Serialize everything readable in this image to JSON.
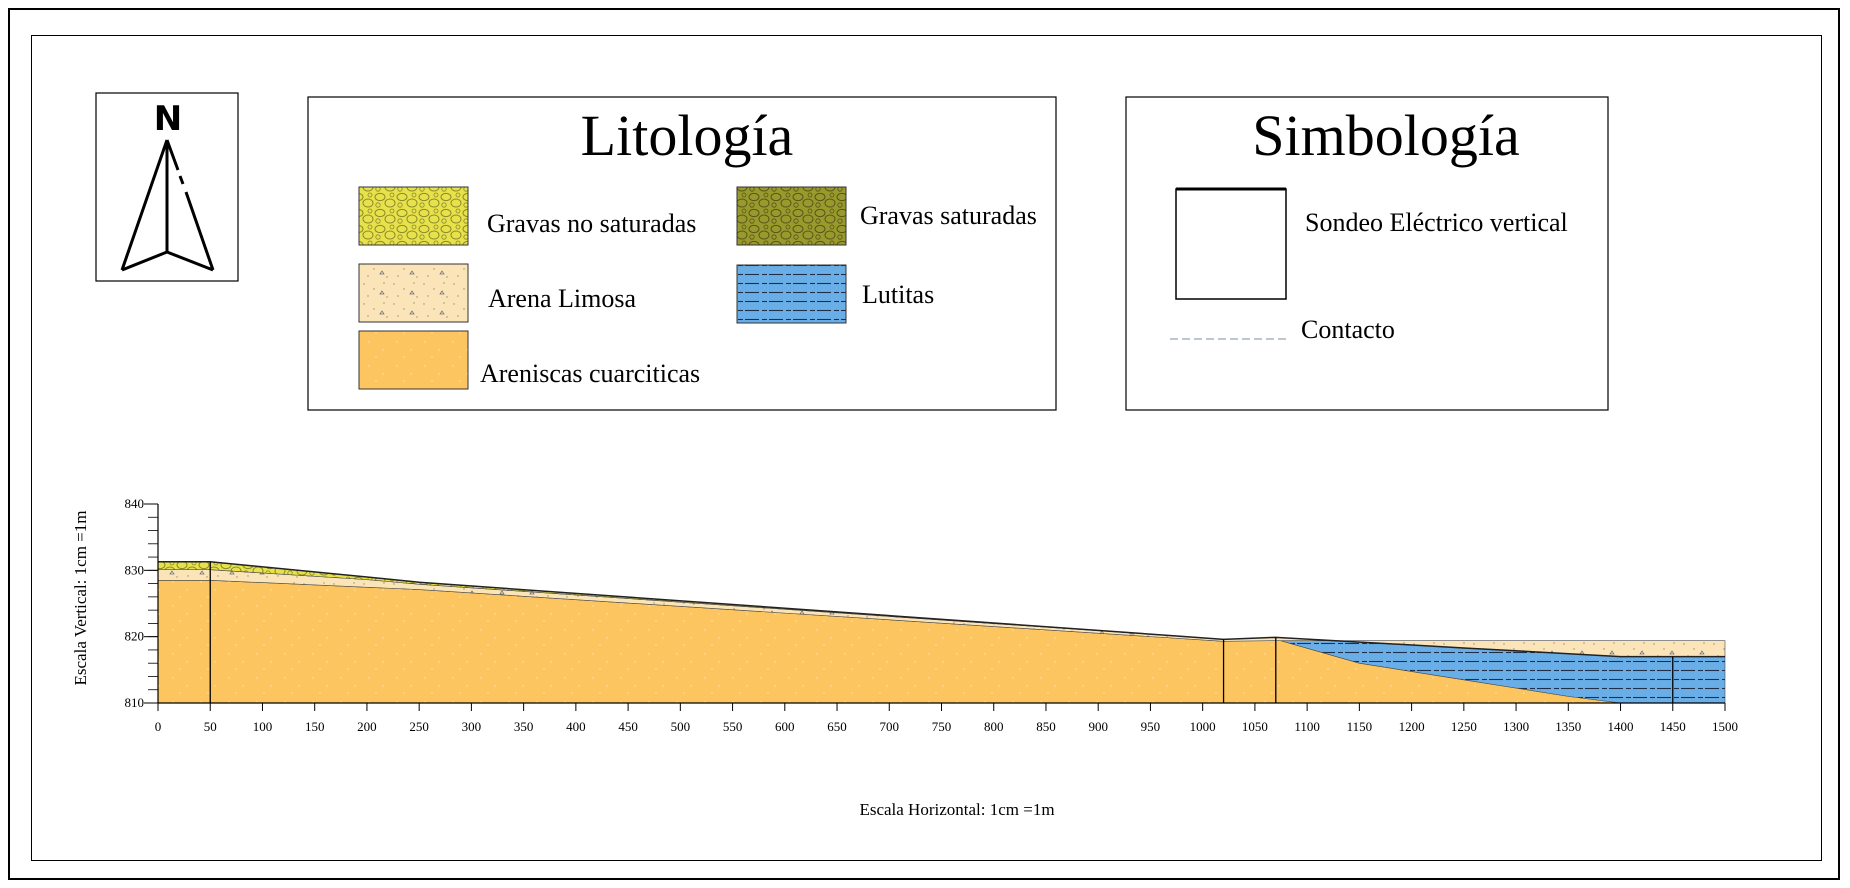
{
  "north_arrow": {
    "label": "N"
  },
  "lithology": {
    "title": "Litología",
    "items": [
      {
        "label": "Gravas no saturadas",
        "pattern": "gravel-dry",
        "color": "#e8e24a"
      },
      {
        "label": "Gravas saturadas",
        "pattern": "gravel-wet",
        "color": "#9a9a2c"
      },
      {
        "label": "Arena Limosa",
        "pattern": "silty-sand",
        "color": "#fbe5b8"
      },
      {
        "label": "Lutitas",
        "pattern": "shale",
        "color": "#6aaee8"
      },
      {
        "label": "Areniscas cuarciticas",
        "pattern": "sandstone",
        "color": "#fcc55f"
      }
    ]
  },
  "symbology": {
    "title": "Simbología",
    "items": [
      {
        "label": "Sondeo Eléctrico vertical",
        "symbol": "vertical-line-box"
      },
      {
        "label": "Contacto",
        "symbol": "dashed-line"
      }
    ]
  },
  "chart_data": {
    "type": "area",
    "title": "",
    "xlabel": "Escala Horizontal: 1cm =1m",
    "ylabel": "Escala Vertical: 1cm =1m",
    "xlim": [
      0,
      1500
    ],
    "ylim": [
      810,
      840
    ],
    "xticks": [
      0,
      50,
      100,
      150,
      200,
      250,
      300,
      350,
      400,
      450,
      500,
      550,
      600,
      650,
      700,
      750,
      800,
      850,
      900,
      950,
      1000,
      1050,
      1100,
      1150,
      1200,
      1250,
      1300,
      1350,
      1400,
      1450,
      1500
    ],
    "yticks": [
      810,
      820,
      830,
      840
    ],
    "layers": [
      {
        "name": "Gravas no saturadas",
        "color": "#e8e24a",
        "top": [
          [
            0,
            831.3
          ],
          [
            50,
            831.3
          ],
          [
            200,
            829.0
          ],
          [
            250,
            828.2
          ],
          [
            1020,
            819.6
          ],
          [
            1070,
            819.9
          ],
          [
            1250,
            818.3
          ],
          [
            1400,
            817.0
          ],
          [
            1500,
            817.0
          ]
        ],
        "bottom": [
          [
            0,
            830.1
          ],
          [
            50,
            830.1
          ],
          [
            200,
            828.6
          ],
          [
            250,
            827.9
          ],
          [
            1020,
            819.6
          ],
          [
            1070,
            819.9
          ],
          [
            1250,
            818.3
          ],
          [
            1400,
            817.0
          ],
          [
            1500,
            817.0
          ]
        ]
      },
      {
        "name": "Arena Limosa",
        "color": "#fbe5b8",
        "top": [
          [
            0,
            830.1
          ],
          [
            50,
            830.1
          ],
          [
            200,
            828.6
          ],
          [
            250,
            827.9
          ],
          [
            1020,
            819.6
          ],
          [
            1070,
            819.9
          ],
          [
            1250,
            818.3
          ],
          [
            1400,
            817.0
          ],
          [
            1500,
            817.0
          ]
        ],
        "bottom": [
          [
            0,
            828.5
          ],
          [
            50,
            828.5
          ],
          [
            250,
            827.1
          ],
          [
            1020,
            819.3
          ],
          [
            1070,
            819.4
          ],
          [
            1500,
            819.4
          ]
        ]
      },
      {
        "name": "Lutitas",
        "color": "#6aaee8",
        "top": [
          [
            1070,
            819.9
          ],
          [
            1250,
            818.3
          ],
          [
            1400,
            817.0
          ],
          [
            1500,
            817.0
          ]
        ],
        "bottom": [
          [
            1070,
            819.6
          ],
          [
            1150,
            816.0
          ],
          [
            1250,
            813.5
          ],
          [
            1350,
            811.0
          ],
          [
            1400,
            810.0
          ],
          [
            1500,
            810.0
          ]
        ]
      },
      {
        "name": "Areniscas cuarciticas",
        "color": "#fcc55f",
        "top": [
          [
            0,
            828.5
          ],
          [
            50,
            828.5
          ],
          [
            250,
            827.1
          ],
          [
            1020,
            819.3
          ],
          [
            1070,
            819.6
          ],
          [
            1150,
            816.0
          ],
          [
            1250,
            813.5
          ],
          [
            1350,
            811.0
          ],
          [
            1400,
            810.0
          ]
        ],
        "bottom": [
          [
            0,
            810
          ],
          [
            1400,
            810
          ]
        ]
      }
    ],
    "sev_x": [
      50,
      1020,
      1070,
      1450
    ]
  }
}
